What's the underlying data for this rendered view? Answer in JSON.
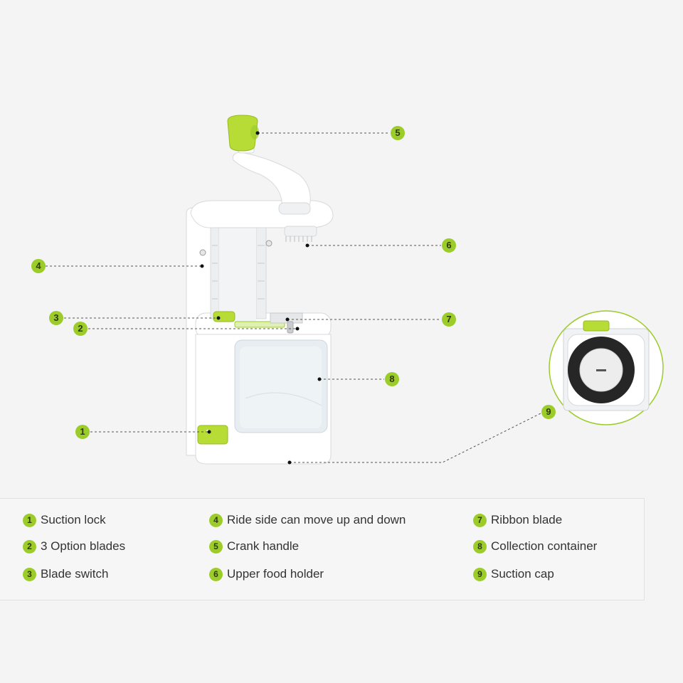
{
  "colors": {
    "accent": "#9ccc2a",
    "body": "#ffffff",
    "outline": "#d9d9dc",
    "leader": "#555555"
  },
  "callouts": [
    {
      "id": "5",
      "label": "5"
    },
    {
      "id": "6",
      "label": "6"
    },
    {
      "id": "4",
      "label": "4"
    },
    {
      "id": "3",
      "label": "3"
    },
    {
      "id": "2",
      "label": "2"
    },
    {
      "id": "7",
      "label": "7"
    },
    {
      "id": "8",
      "label": "8"
    },
    {
      "id": "1",
      "label": "1"
    },
    {
      "id": "9",
      "label": "9"
    }
  ],
  "legend": [
    {
      "num": "1",
      "text": "Suction lock"
    },
    {
      "num": "2",
      "text": "3 Option blades"
    },
    {
      "num": "3",
      "text": "Blade switch"
    },
    {
      "num": "4",
      "text": "Ride side can move up and down"
    },
    {
      "num": "5",
      "text": "Crank handle"
    },
    {
      "num": "6",
      "text": "Upper food holder"
    },
    {
      "num": "7",
      "text": "Ribbon blade"
    },
    {
      "num": "8",
      "text": "Collection container"
    },
    {
      "num": "9",
      "text": "Suction cap"
    }
  ]
}
